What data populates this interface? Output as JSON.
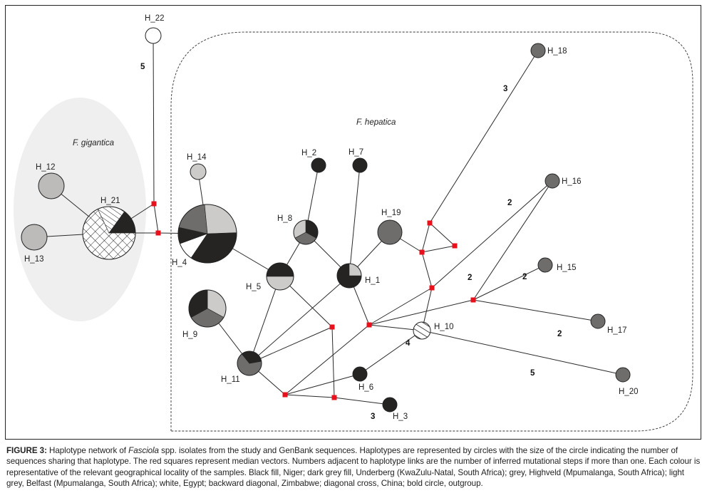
{
  "figure": {
    "groups": [
      {
        "id": "gigantica",
        "label": "F. gigantica"
      },
      {
        "id": "hepatica",
        "label": "F. hepatica"
      }
    ],
    "colors": {
      "black": "#262422",
      "dark_grey": "#6f6d6c",
      "grey": "#bdbbba",
      "light_grey": "#cdcbca",
      "white": "#ffffff",
      "median_vector": "#e8101a",
      "gigantica_bg": "#efefef"
    },
    "haplotypes": [
      {
        "id": "H_1",
        "label": "H_1",
        "composition": [
          {
            "locality": "black",
            "share": 0.75
          },
          {
            "locality": "light_grey",
            "share": 0.25
          }
        ]
      },
      {
        "id": "H_2",
        "label": "H_2",
        "composition": [
          {
            "locality": "black",
            "share": 1
          }
        ]
      },
      {
        "id": "H_3",
        "label": "H_3",
        "composition": [
          {
            "locality": "black",
            "share": 1
          }
        ]
      },
      {
        "id": "H_4",
        "label": "H_4",
        "composition": [
          {
            "locality": "black",
            "share": 0.35
          },
          {
            "locality": "white",
            "share": 0.1
          },
          {
            "locality": "black",
            "share": 0.09
          },
          {
            "locality": "dark_grey",
            "share": 0.2
          },
          {
            "locality": "light_grey",
            "share": 0.26
          }
        ]
      },
      {
        "id": "H_5",
        "label": "H_5",
        "composition": [
          {
            "locality": "black",
            "share": 0.5
          },
          {
            "locality": "light_grey",
            "share": 0.5
          }
        ]
      },
      {
        "id": "H_6",
        "label": "H_6",
        "composition": [
          {
            "locality": "black",
            "share": 1
          }
        ]
      },
      {
        "id": "H_7",
        "label": "H_7",
        "composition": [
          {
            "locality": "black",
            "share": 1
          }
        ]
      },
      {
        "id": "H_8",
        "label": "H_8",
        "composition": [
          {
            "locality": "black",
            "share": 0.33
          },
          {
            "locality": "dark_grey",
            "share": 0.34
          },
          {
            "locality": "light_grey",
            "share": 0.33
          }
        ]
      },
      {
        "id": "H_9",
        "label": "H_9",
        "composition": [
          {
            "locality": "light_grey",
            "share": 0.33
          },
          {
            "locality": "dark_grey",
            "share": 0.34
          },
          {
            "locality": "black",
            "share": 0.33
          }
        ]
      },
      {
        "id": "H_10",
        "label": "H_10",
        "composition": [
          {
            "locality": "backward_diagonal",
            "share": 1
          }
        ]
      },
      {
        "id": "H_11",
        "label": "H_11",
        "composition": [
          {
            "locality": "dark_grey",
            "share": 0.67
          },
          {
            "locality": "black",
            "share": 0.33
          }
        ]
      },
      {
        "id": "H_12",
        "label": "H_12",
        "composition": [
          {
            "locality": "grey",
            "share": 1
          }
        ]
      },
      {
        "id": "H_13",
        "label": "H_13",
        "composition": [
          {
            "locality": "grey",
            "share": 1
          }
        ]
      },
      {
        "id": "H_14",
        "label": "H_14",
        "composition": [
          {
            "locality": "light_grey",
            "share": 1
          }
        ]
      },
      {
        "id": "H_15",
        "label": "H_15",
        "composition": [
          {
            "locality": "dark_grey",
            "share": 1
          }
        ]
      },
      {
        "id": "H_16",
        "label": "H_16",
        "composition": [
          {
            "locality": "dark_grey",
            "share": 1
          }
        ]
      },
      {
        "id": "H_17",
        "label": "H_17",
        "composition": [
          {
            "locality": "dark_grey",
            "share": 1
          }
        ]
      },
      {
        "id": "H_18",
        "label": "H_18",
        "composition": [
          {
            "locality": "dark_grey",
            "share": 1
          }
        ]
      },
      {
        "id": "H_19",
        "label": "H_19",
        "composition": [
          {
            "locality": "dark_grey",
            "share": 1
          }
        ]
      },
      {
        "id": "H_20",
        "label": "H_20",
        "composition": [
          {
            "locality": "dark_grey",
            "share": 1
          }
        ]
      },
      {
        "id": "H_21",
        "label": "H_21",
        "composition": [
          {
            "locality": "diagonal_cross",
            "share": 0.68
          },
          {
            "locality": "backward_diagonal",
            "share": 0.17
          },
          {
            "locality": "black",
            "share": 0.15
          }
        ]
      },
      {
        "id": "H_22",
        "label": "H_22",
        "composition": [
          {
            "locality": "white",
            "share": 1
          }
        ]
      }
    ],
    "median_vectors": [
      "mv1",
      "mv2",
      "mv3",
      "mv4",
      "mv5",
      "mv6",
      "mv7",
      "mv8",
      "mv9",
      "mv10",
      "mv11",
      "mv12"
    ],
    "links": [
      {
        "from": "H_22",
        "to": "mv1",
        "steps": "5"
      },
      {
        "from": "H_21",
        "to": "mv1",
        "steps": ""
      },
      {
        "from": "mv1",
        "to": "mv2",
        "steps": ""
      },
      {
        "from": "H_21",
        "to": "mv2",
        "steps": ""
      },
      {
        "from": "mv2",
        "to": "H_4",
        "steps": ""
      },
      {
        "from": "H_12",
        "to": "H_21",
        "steps": ""
      },
      {
        "from": "H_13",
        "to": "H_21",
        "steps": ""
      },
      {
        "from": "H_14",
        "to": "H_4",
        "steps": ""
      },
      {
        "from": "H_4",
        "to": "H_5",
        "steps": ""
      },
      {
        "from": "H_2",
        "to": "H_8",
        "steps": ""
      },
      {
        "from": "H_8",
        "to": "H_5",
        "steps": ""
      },
      {
        "from": "H_8",
        "to": "H_1",
        "steps": ""
      },
      {
        "from": "H_7",
        "to": "H_1",
        "steps": ""
      },
      {
        "from": "H_19",
        "to": "H_1",
        "steps": ""
      },
      {
        "from": "H_19",
        "to": "mv5",
        "steps": ""
      },
      {
        "from": "mv5",
        "to": "mv3",
        "steps": ""
      },
      {
        "from": "mv3",
        "to": "mv4",
        "steps": ""
      },
      {
        "from": "mv4",
        "to": "mv5",
        "steps": ""
      },
      {
        "from": "mv3",
        "to": "H_18",
        "steps": "3"
      },
      {
        "from": "mv5",
        "to": "mv6",
        "steps": ""
      },
      {
        "from": "mv6",
        "to": "H_10",
        "steps": ""
      },
      {
        "from": "mv6",
        "to": "H_16",
        "steps": "2"
      },
      {
        "from": "mv6",
        "to": "mv8",
        "steps": ""
      },
      {
        "from": "H_1",
        "to": "mv8",
        "steps": ""
      },
      {
        "from": "mv8",
        "to": "mv9",
        "steps": ""
      },
      {
        "from": "mv8",
        "to": "H_10",
        "steps": ""
      },
      {
        "from": "mv9",
        "to": "H_16",
        "steps": ""
      },
      {
        "from": "mv9",
        "to": "H_15",
        "steps": "2"
      },
      {
        "from": "mv9",
        "to": "H_17",
        "steps": "2"
      },
      {
        "from": "H_10",
        "to": "H_20",
        "steps": "5"
      },
      {
        "from": "H_10",
        "to": "H_6",
        "steps": "4"
      },
      {
        "from": "H_5",
        "to": "H_11",
        "steps": ""
      },
      {
        "from": "H_5",
        "to": "mv7",
        "steps": ""
      },
      {
        "from": "H_9",
        "to": "H_11",
        "steps": ""
      },
      {
        "from": "H_11",
        "to": "H_1",
        "steps": ""
      },
      {
        "from": "H_11",
        "to": "mv7",
        "steps": ""
      },
      {
        "from": "H_11",
        "to": "mv10",
        "steps": ""
      },
      {
        "from": "mv10",
        "to": "mv8",
        "steps": ""
      },
      {
        "from": "mv10",
        "to": "H_6",
        "steps": ""
      },
      {
        "from": "mv10",
        "to": "mv11",
        "steps": ""
      },
      {
        "from": "mv7",
        "to": "mv11",
        "steps": ""
      },
      {
        "from": "mv11",
        "to": "H_3",
        "steps": "3"
      }
    ]
  },
  "caption": {
    "figure_label": "FIGURE 3:",
    "text_1": " Haplotype network of ",
    "genus": "Fasciola",
    "text_2": " spp. isolates from the study and GenBank sequences. Haplotypes are represented by circles with the size of the circle indicating the number of sequences sharing that haplotype. The red squares represent median vectors. Numbers adjacent to haplotype links are the number of inferred mutational steps if more than one. Each colour is representative of the relevant geographical locality of the samples. Black fill, Niger; dark grey fill, Underberg (KwaZulu-Natal, South Africa); grey, Highveld (Mpumalanga, South Africa); light grey, Belfast (Mpumalanga, South Africa); white, Egypt; backward diagonal, Zimbabwe; diagonal cross, China; bold circle, outgroup."
  }
}
